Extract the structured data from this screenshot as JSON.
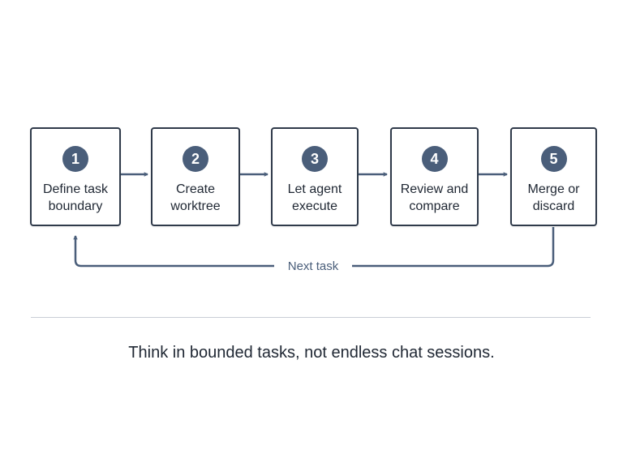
{
  "steps": [
    {
      "number": "1",
      "line1": "Define task",
      "line2": "boundary"
    },
    {
      "number": "2",
      "line1": "Create",
      "line2": "worktree"
    },
    {
      "number": "3",
      "line1": "Let agent",
      "line2": "execute"
    },
    {
      "number": "4",
      "line1": "Review and",
      "line2": "compare"
    },
    {
      "number": "5",
      "line1": "Merge or",
      "line2": "discard"
    }
  ],
  "loop_label": "Next task",
  "tagline": "Think in bounded tasks, not endless chat sessions.",
  "colors": {
    "box_border": "#2f3a4a",
    "badge": "#4a5e7a",
    "arrow": "#4a5e7a",
    "text": "#1f2733"
  }
}
